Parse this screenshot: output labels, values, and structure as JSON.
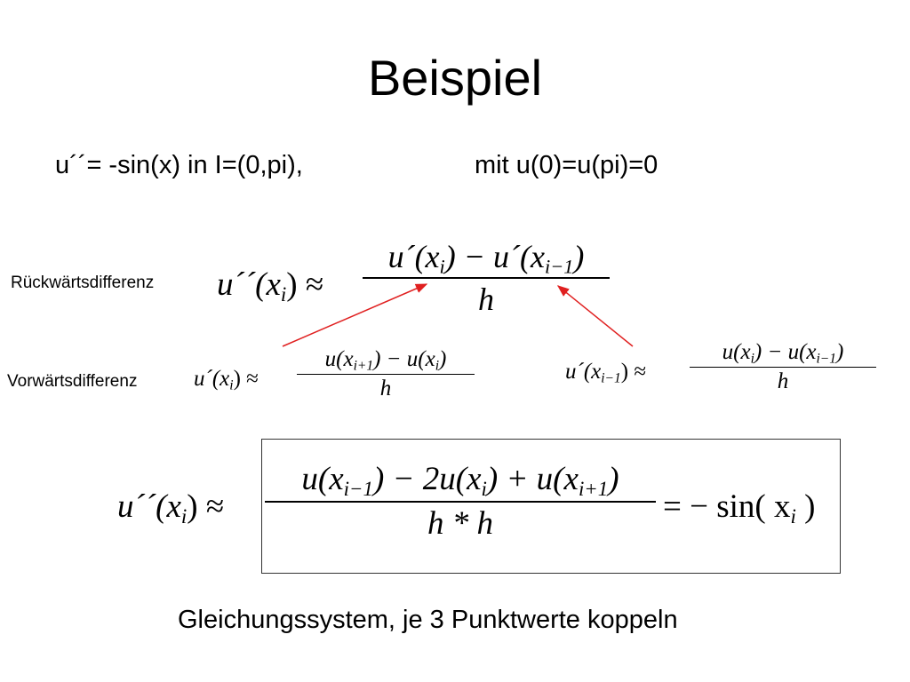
{
  "slide": {
    "title": "Beispiel",
    "problem": {
      "equation": "u´´= -sin(x)  in I=(0,pi),",
      "boundary": "mit u(0)=u(pi)=0"
    },
    "labels": {
      "backward": "Rückwärtsdifferenz",
      "forward": "Vorwärtsdifferenz"
    },
    "formulas": {
      "second_derivative": {
        "lhs": [
          "u´´(x",
          "i",
          ") ≈"
        ],
        "numerator": [
          "u´(x",
          "i",
          ") − u´(x",
          "i−1",
          ")"
        ],
        "denominator": "h"
      },
      "forward_difference": {
        "lhs": [
          "u´(x",
          "i",
          ") ≈"
        ],
        "numerator": [
          "u(x",
          "i+1",
          ") − u(x",
          "i",
          ")"
        ],
        "denominator": "h"
      },
      "backward_difference": {
        "lhs": [
          "u´(x",
          "i−1",
          ") ≈"
        ],
        "numerator": [
          "u(x",
          "i",
          ") − u(x",
          "i−1",
          ")"
        ],
        "denominator": "h"
      },
      "scheme": {
        "lhs": [
          "u´´(x",
          "i",
          ") ≈"
        ],
        "numerator": [
          "u(x",
          "i−1",
          ") − 2u(x",
          "i",
          ") + u(x",
          "i+1",
          ")"
        ],
        "denominator": "h * h",
        "rhs": [
          "= − sin( x",
          "i",
          " )"
        ]
      }
    },
    "footer": "Gleichungssystem, je 3 Punktwerte koppeln",
    "colors": {
      "arrow": "#e02020",
      "text": "#000000",
      "box_border": "#333333"
    }
  }
}
